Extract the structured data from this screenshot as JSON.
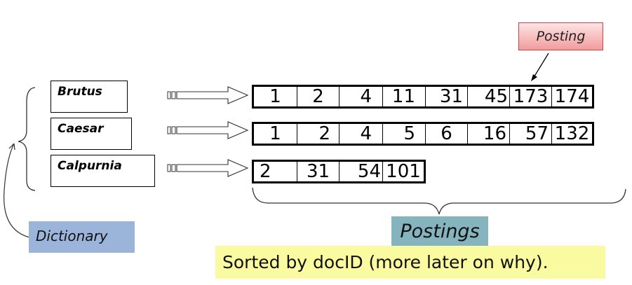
{
  "terms": [
    {
      "label": "Brutus"
    },
    {
      "label": "Caesar"
    },
    {
      "label": "Calpurnia"
    }
  ],
  "postings": [
    [
      "1",
      "2",
      "4",
      "11",
      "31",
      "45",
      "173",
      "174"
    ],
    [
      "1",
      "2",
      "4",
      "5",
      "6",
      "16",
      "57",
      "132"
    ],
    [
      "2",
      "31",
      "54",
      "101"
    ]
  ],
  "labels": {
    "posting": "Posting",
    "dictionary": "Dictionary",
    "postings": "Postings",
    "note": "Sorted by docID (more later on why)."
  }
}
